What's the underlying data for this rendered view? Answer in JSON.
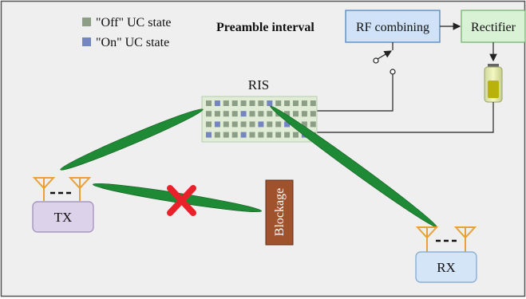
{
  "legend": {
    "items": [
      {
        "label": "\"Off\" UC state",
        "color": "#8c9e86"
      },
      {
        "label": "\"On\" UC state",
        "color": "#7585c2"
      }
    ]
  },
  "header": {
    "interval_label": "Preamble interval"
  },
  "blocks": {
    "rf_combining": "RF combining",
    "rectifier": "Rectifier",
    "ris": "RIS",
    "tx": "TX",
    "rx": "RX",
    "blockage": "Blockage"
  },
  "colors": {
    "background": "#efefef",
    "frame": "#555555",
    "rf_fill": "#cfe2f7",
    "rf_stroke": "#4a7fb8",
    "rect_fill": "#d9f2d6",
    "rect_stroke": "#6fae6a",
    "ris_fill": "#e1ecd7",
    "ris_stroke": "#b7ccb0",
    "tx_fill": "#dcd2ea",
    "tx_stroke": "#9a8ab8",
    "rx_fill": "#d4e5f7",
    "rx_stroke": "#7ea3cf",
    "beam": "#1f8a35",
    "blockage_fill": "#a0522d",
    "cross": "#e8212a",
    "antenna": "#e8a13a"
  },
  "ris_grid": {
    "rows": 4,
    "cols": 13,
    "on_cells": [
      [
        0,
        1
      ],
      [
        0,
        7
      ],
      [
        1,
        4
      ],
      [
        2,
        1
      ],
      [
        2,
        6
      ],
      [
        2,
        9
      ],
      [
        3,
        0
      ],
      [
        3,
        4
      ],
      [
        3,
        11
      ]
    ]
  }
}
